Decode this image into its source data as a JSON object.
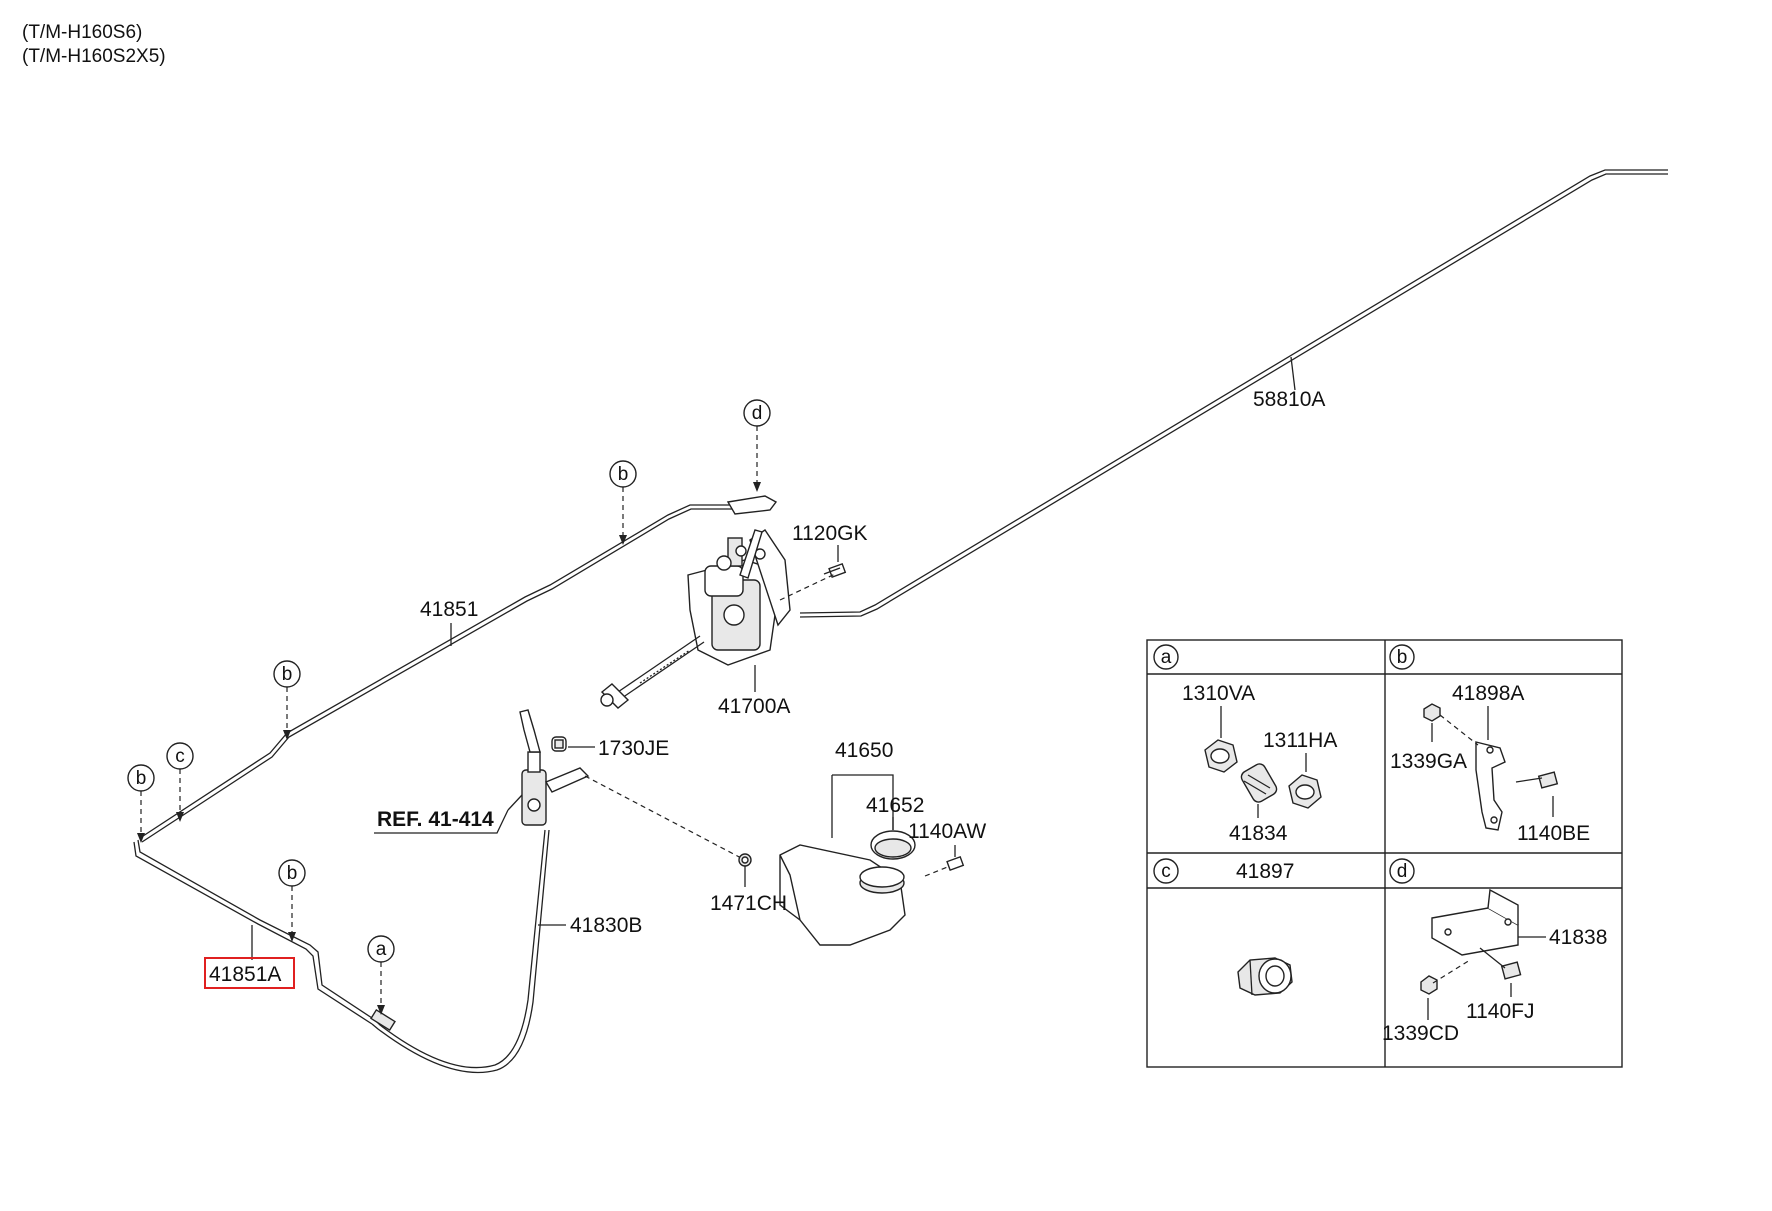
{
  "header": {
    "line1": "(T/M-H160S6)",
    "line2": "(T/M-H160S2X5)"
  },
  "callouts": {
    "p58810A": "58810A",
    "p41851": "41851",
    "p41851A": "41851A",
    "p1120GK": "1120GK",
    "p41700A": "41700A",
    "p1730JE": "1730JE",
    "ref": "REF. 41-414",
    "p41830B": "41830B",
    "p41650": "41650",
    "p41652": "41652",
    "p1140AW": "1140AW",
    "p1471CH": "1471CH"
  },
  "letters": {
    "a": "a",
    "b": "b",
    "c": "c",
    "d": "d"
  },
  "detail_table": {
    "cell_a": {
      "header": "a",
      "parts": [
        "1310VA",
        "1311HA",
        "41834"
      ]
    },
    "cell_b": {
      "header": "b",
      "parts": [
        "41898A",
        "1339GA",
        "1140BE"
      ]
    },
    "cell_c": {
      "header": "c",
      "title": "41897"
    },
    "cell_d": {
      "header": "d",
      "parts": [
        "41838",
        "1339CD",
        "1140FJ"
      ]
    }
  },
  "colors": {
    "line": "#222222",
    "highlight": "#e02020"
  }
}
